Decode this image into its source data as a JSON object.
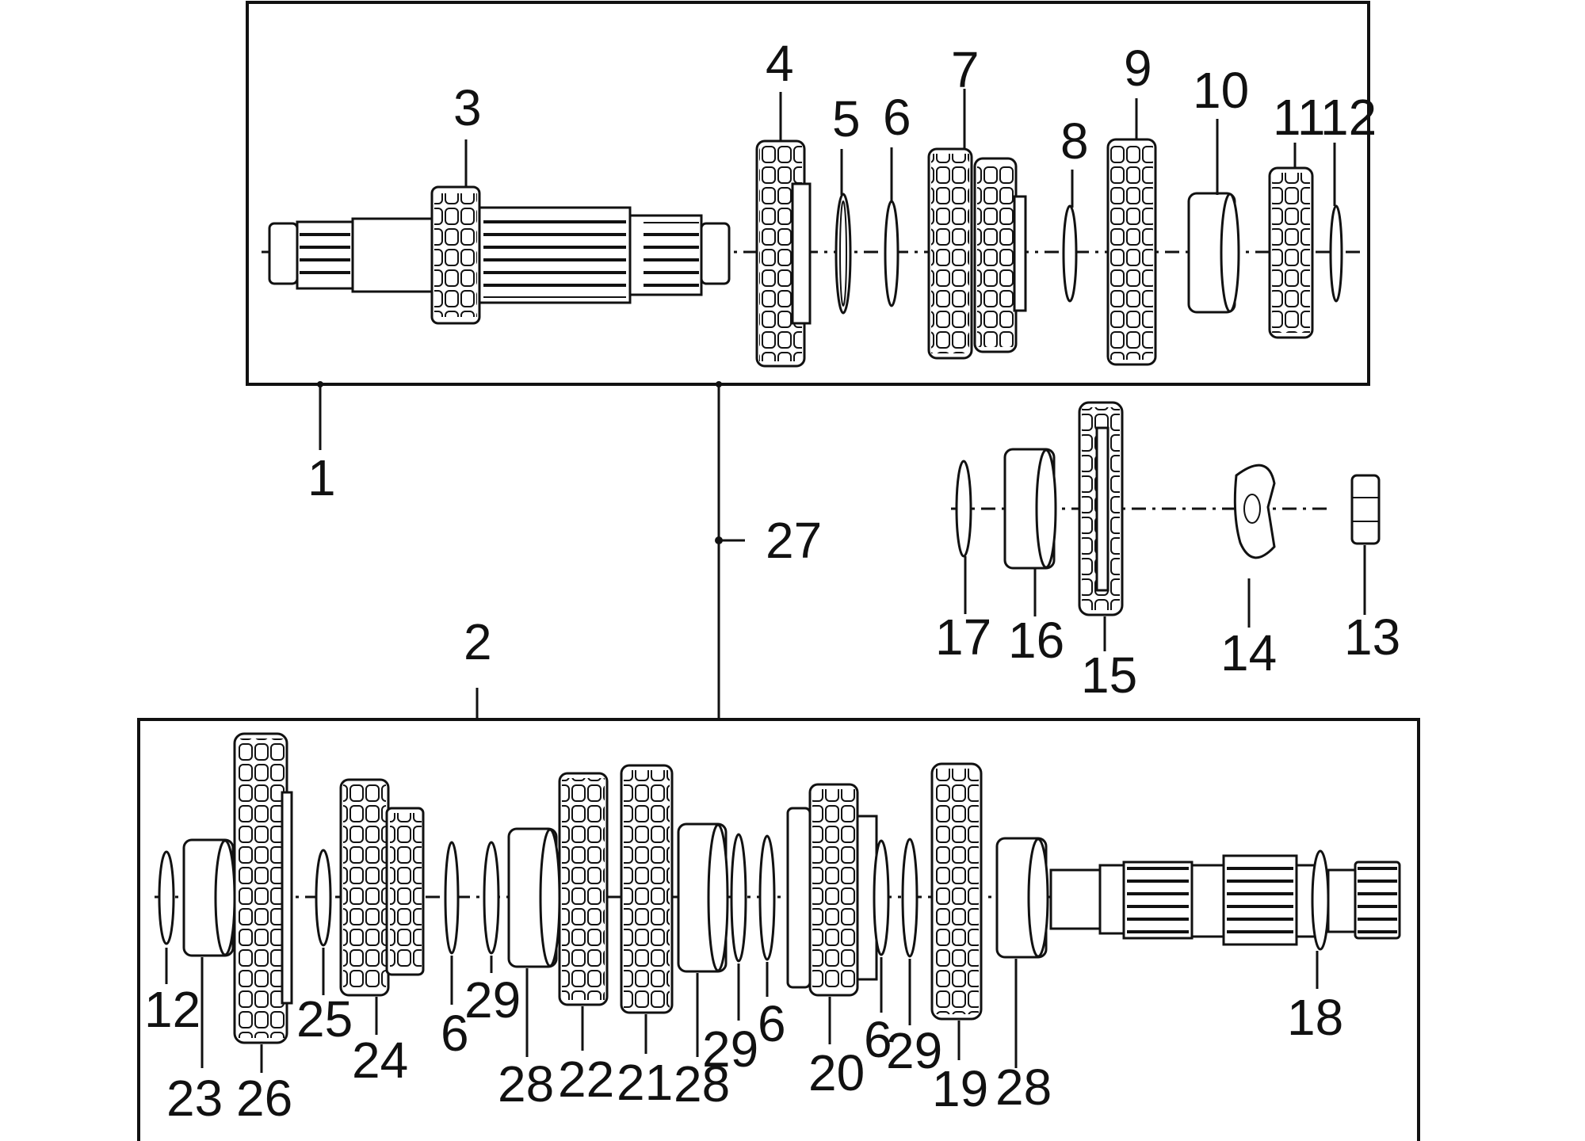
{
  "callouts": {
    "c1": "1",
    "c2": "2",
    "c3": "3",
    "c4": "4",
    "c5": "5",
    "c6a": "6",
    "c7": "7",
    "c8": "8",
    "c9": "9",
    "c10": "10",
    "c11": "11",
    "c12a": "12",
    "c13": "13",
    "c14": "14",
    "c15": "15",
    "c16": "16",
    "c17": "17",
    "c27": "27",
    "c12b": "12",
    "c23": "23",
    "c26": "26",
    "c25": "25",
    "c24": "24",
    "c6b": "6",
    "c29a": "29",
    "c28a": "28",
    "c22": "22",
    "c21": "21",
    "c28b": "28",
    "c29b": "29",
    "c6c": "6",
    "c20": "20",
    "c6d": "6",
    "c29c": "29",
    "c19": "19",
    "c28c": "28",
    "c18": "18"
  }
}
